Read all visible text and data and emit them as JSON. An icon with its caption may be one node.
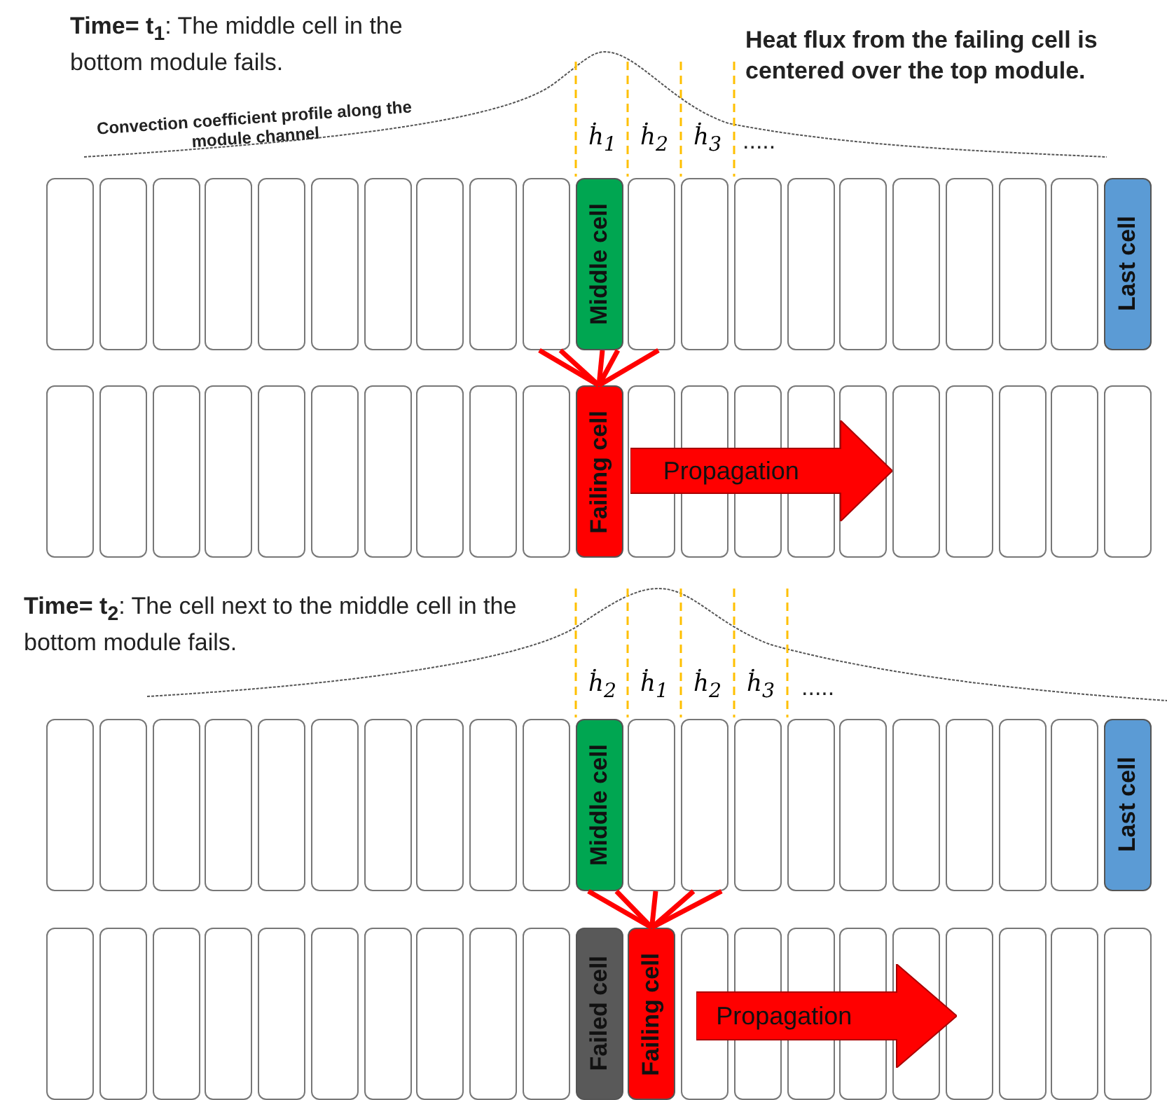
{
  "diagram": {
    "nodes": [
      {
        "text": [],
        "shape": "box"
      },
      {
        "text": [],
        "shape": "box"
      },
      {
        "text": [],
        "shape": "box"
      },
      {
        "text": [],
        "shape": "box"
      },
      {
        "text": [],
        "shape": "box"
      },
      {
        "text": [],
        "shape": "box"
      },
      {
        "text": [],
        "shape": "box"
      },
      {
        "text": [],
        "shape": "box"
      },
      {
        "text": [],
        "shape": "box"
      },
      {
        "text": [],
        "shape": "box"
      },
      {
        "text": [
          "Middle cell"
        ]
      },
      {
        "text": [],
        "shape": "box"
      },
      {
        "text": [],
        "shape": "box"
      },
      {
        "text": [],
        "shape": "box"
      },
      {
        "text": [],
        "shape": "box"
      },
      {
        "text": [],
        "shape": "box"
      },
      {
        "text": [],
        "shape": "box"
      },
      {
        "text": [],
        "shape": "box"
      },
      {
        "text": [],
        "shape": "box"
      },
      {
        "text": [],
        "shape": "box"
      },
      {
        "text": [
          "Last cell"
        ]
      },
      {
        "text": [],
        "shape": "box"
      },
      {
        "text": [],
        "shape": "box"
      },
      {
        "text": [],
        "shape": "box"
      },
      {
        "text": [],
        "shape": "box"
      },
      {
        "text": [],
        "shape": "box"
      },
      {
        "text": [],
        "shape": "box"
      },
      {
        "text": [],
        "shape": "box"
      },
      {
        "text": [],
        "shape": "box"
      },
      {
        "text": [],
        "shape": "box"
      },
      {
        "text": [],
        "shape": "box"
      },
      {
        "text": [
          "Failing cell"
        ]
      },
      {
        "text": [],
        "shape": "box"
      },
      {
        "text": [],
        "shape": "box"
      },
      {
        "text": [],
        "shape": "box"
      },
      {
        "text": [],
        "shape": "box"
      },
      {
        "text": [],
        "shape": "box"
      },
      {
        "text": [],
        "shape": "box"
      },
      {
        "text": [],
        "shape": "box"
      },
      {
        "text": [],
        "shape": "box"
      },
      {
        "text": [],
        "shape": "box"
      },
      {
        "text": [],
        "shape": "box"
      },
      {
        "text": [
          "Propagation"
        ]
      },
      {
        "text": [],
        "shape": "box"
      },
      {
        "text": [],
        "shape": "box"
      },
      {
        "text": [],
        "shape": "box"
      },
      {
        "text": [],
        "shape": "box"
      },
      {
        "text": [],
        "shape": "box"
      },
      {
        "text": [],
        "shape": "box"
      },
      {
        "text": [],
        "shape": "box"
      },
      {
        "text": [],
        "shape": "box"
      },
      {
        "text": [],
        "shape": "box"
      },
      {
        "text": [],
        "shape": "box"
      },
      {
        "text": [
          "Middle cell"
        ]
      },
      {
        "text": [],
        "shape": "box"
      },
      {
        "text": [],
        "shape": "box"
      },
      {
        "text": [],
        "shape": "box"
      },
      {
        "text": [],
        "shape": "box"
      },
      {
        "text": [],
        "shape": "box"
      },
      {
        "text": [],
        "shape": "box"
      },
      {
        "text": [],
        "shape": "box"
      },
      {
        "text": [],
        "shape": "box"
      },
      {
        "text": [],
        "shape": "box"
      },
      {
        "text": [
          "Last cell"
        ]
      },
      {
        "text": [],
        "shape": "box"
      },
      {
        "text": [],
        "shape": "box"
      },
      {
        "text": [],
        "shape": "box"
      },
      {
        "text": [],
        "shape": "box"
      },
      {
        "text": [],
        "shape": "box"
      },
      {
        "text": [],
        "shape": "box"
      },
      {
        "text": [],
        "shape": "box"
      },
      {
        "text": [],
        "shape": "box"
      },
      {
        "text": [],
        "shape": "box"
      },
      {
        "text": [],
        "shape": "box"
      },
      {
        "text": [
          "Failed cell"
        ]
      },
      {
        "text": [
          "Failing cell"
        ]
      },
      {
        "text": [],
        "shape": "box"
      },
      {
        "text": [],
        "shape": "box"
      },
      {
        "text": [],
        "shape": "box"
      },
      {
        "text": [],
        "shape": "box"
      },
      {
        "text": [],
        "shape": "box"
      },
      {
        "text": [],
        "shape": "box"
      },
      {
        "text": [],
        "shape": "box"
      },
      {
        "text": [],
        "shape": "box"
      },
      {
        "text": [],
        "shape": "box"
      },
      {
        "text": [
          "Propagation"
        ]
      }
    ],
    "edges": [
      {
        "from": 31,
        "to": 9,
        "arrow": "none"
      },
      {
        "from": 31,
        "to": 9,
        "arrow": "none"
      },
      {
        "from": 31,
        "to": 10,
        "arrow": "none"
      },
      {
        "from": 31,
        "to": 10,
        "arrow": "none"
      },
      {
        "from": 31,
        "to": 11,
        "arrow": "none"
      },
      {
        "from": 75,
        "to": 53,
        "arrow": "none"
      },
      {
        "from": 75,
        "to": 53,
        "arrow": "none"
      },
      {
        "from": 75,
        "to": 54,
        "arrow": "none"
      },
      {
        "from": 75,
        "to": 55,
        "arrow": "none"
      },
      {
        "from": 75,
        "to": 55,
        "arrow": "none"
      }
    ],
    "labels": [
      "**Time= t$_{1}$**: The middle cell in the bottom module fails.",
      "Heat flux from the failing cell is centered over the top module.",
      "Convection coefficient profile along the module channel",
      "ḣ$_{1}$",
      "ḣ$_{2}$",
      "ḣ$_{3}$",
      ".....",
      "**Time= t$_{2}$**: The cell next to the middle cell in the bottom module fails.",
      "ḣ$_{2}$",
      "ḣ$_{1}$",
      "ḣ$_{2}$",
      "ḣ$_{3}$",
      "....."
    ]
  }
}
